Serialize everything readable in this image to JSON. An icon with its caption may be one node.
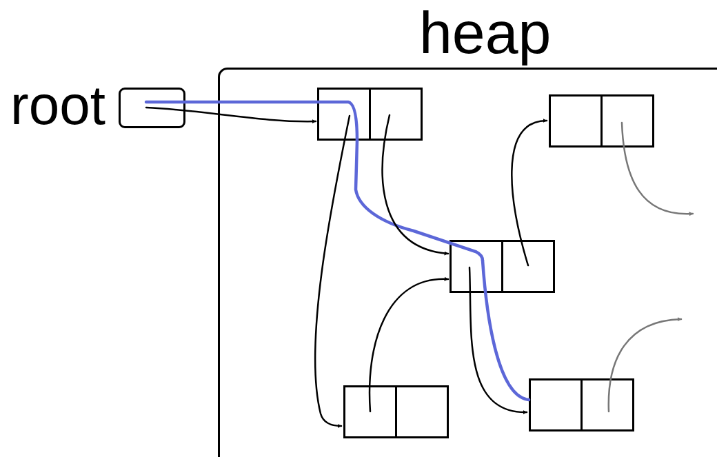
{
  "diagram": {
    "nodes": [
      {
        "text": [
          "heap"
        ]
      },
      {
        "text": [],
        "shape": "box",
        "beside": [
          "root"
        ]
      },
      {
        "text": [],
        "shape": "box",
        "in": 0
      },
      {
        "text": [],
        "shape": "box",
        "in": 0
      },
      {
        "text": [],
        "shape": "box",
        "in": 0
      },
      {
        "text": [],
        "shape": "box",
        "in": 0
      },
      {
        "text": [],
        "shape": "box",
        "in": 0
      }
    ],
    "edges": [
      {
        "from": 1,
        "to": 2,
        "arrow": "to"
      },
      {
        "from": 1,
        "to": 2,
        "arrow": "none",
        "style": "thick",
        "color": "#5c67d8"
      },
      {
        "from": 2,
        "to": 4,
        "arrow": "none",
        "style": "thick",
        "color": "#5c67d8"
      },
      {
        "from": 4,
        "to": 6,
        "arrow": "none",
        "style": "thick",
        "color": "#5c67d8"
      },
      {
        "from": 2,
        "to": 5,
        "arrow": "to"
      },
      {
        "from": 2,
        "to": 4,
        "arrow": "to"
      },
      {
        "from": 4,
        "to": 3,
        "arrow": "to"
      },
      {
        "from": 5,
        "to": 4,
        "arrow": "to"
      },
      {
        "from": 4,
        "to": 6,
        "arrow": "to"
      },
      {
        "from": 3,
        "to": null,
        "arrow": "to",
        "color": "#777777"
      },
      {
        "from": 6,
        "to": null,
        "arrow": "to",
        "color": "#777777"
      }
    ]
  }
}
